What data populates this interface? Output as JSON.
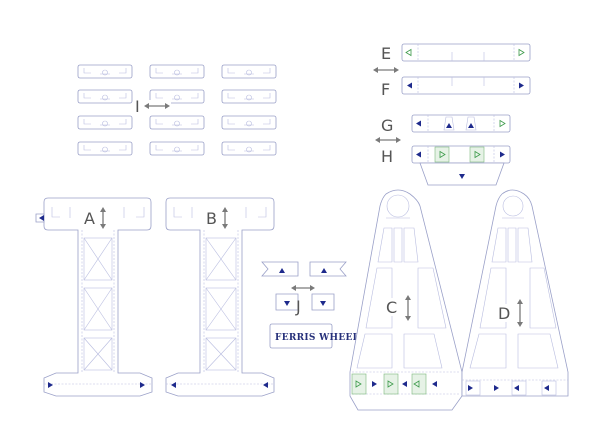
{
  "labels": {
    "a": "A",
    "b": "B",
    "c": "C",
    "d": "D",
    "e": "E",
    "f": "F",
    "g": "G",
    "h": "H",
    "i": "I",
    "j": "J"
  },
  "logo_text": "FERRIS WHEEL",
  "colors": {
    "outline": "#9aa0c8",
    "marker": "#1e2a8c",
    "glue_tab": "#e6f2e6",
    "arrow": "#7a7a7a"
  }
}
